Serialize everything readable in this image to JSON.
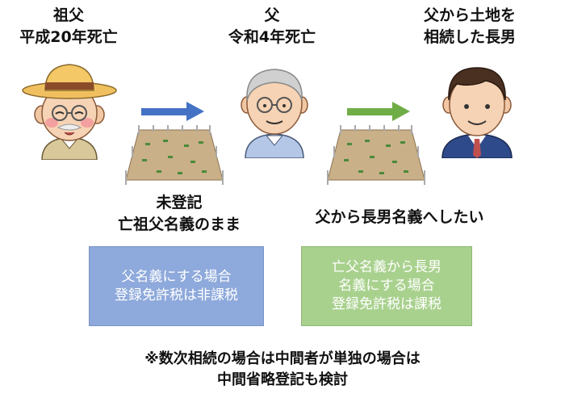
{
  "grandfather": {
    "line1": "祖父",
    "line2": "平成20年死亡"
  },
  "father": {
    "line1": "父",
    "line2": "令和4年死亡"
  },
  "son": {
    "line1": "父から土地を",
    "line2": "相続した長男"
  },
  "caption_left": {
    "line1": "未登記",
    "line2": "亡祖父名義のまま"
  },
  "caption_right": {
    "line1": "父から長男名義へしたい"
  },
  "box_left": {
    "line1": "父名義にする場合",
    "line2": "登録免許税は非課税",
    "color": "#8ea9db"
  },
  "box_right": {
    "line1": "亡父名義から長男",
    "line2": "名義にする場合",
    "line3": "登録免許税は課税",
    "color": "#a9d18e"
  },
  "note": {
    "line1": "※数次相続の場合は中間者が単独の場合は",
    "line2": "中間省略登記も検討"
  },
  "colors": {
    "arrow_left": "#4472c4",
    "arrow_right": "#70ad47"
  }
}
